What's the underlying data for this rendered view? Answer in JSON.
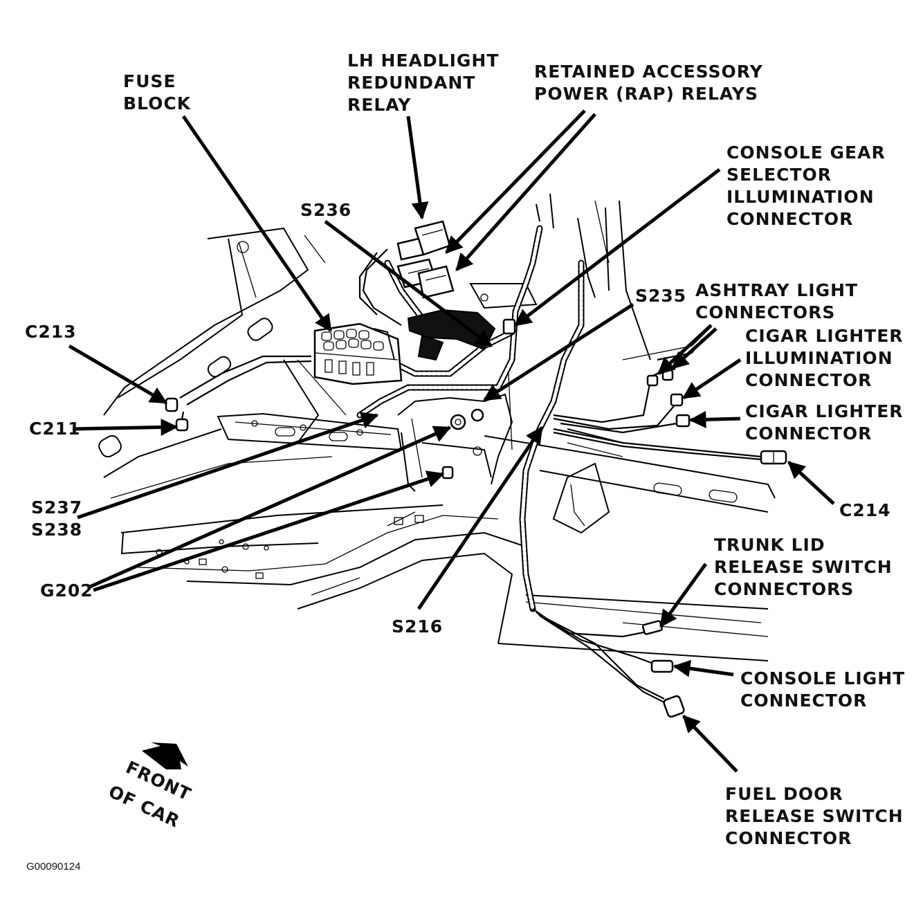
{
  "callouts": {
    "fuse_block": [
      "FUSE",
      "BLOCK"
    ],
    "lh_headlight_relay": [
      "LH HEADLIGHT",
      "REDUNDANT",
      "RELAY"
    ],
    "rap_relays": [
      "RETAINED ACCESSORY",
      "POWER (RAP) RELAYS"
    ],
    "console_gear_selector": [
      "CONSOLE GEAR",
      "SELECTOR",
      "ILLUMINATION",
      "CONNECTOR"
    ],
    "s236": "S236",
    "s235": "S235",
    "ashtray_light": [
      "ASHTRAY LIGHT",
      "CONNECTORS"
    ],
    "cigar_lighter_illum": [
      "CIGAR LIGHTER",
      "ILLUMINATION",
      "CONNECTOR"
    ],
    "cigar_lighter": [
      "CIGAR LIGHTER",
      "CONNECTOR"
    ],
    "c213": "C213",
    "c211": "C211",
    "c214": "C214",
    "s237_s238": [
      "S237",
      "S238"
    ],
    "g202": "G202",
    "s216": "S216",
    "trunk_lid": [
      "TRUNK LID",
      "RELEASE SWITCH",
      "CONNECTORS"
    ],
    "console_light": [
      "CONSOLE LIGHT",
      "CONNECTOR"
    ],
    "fuel_door": [
      "FUEL DOOR",
      "RELEASE SWITCH",
      "CONNECTOR"
    ],
    "front_of_car": [
      "FRONT",
      "OF CAR"
    ]
  },
  "figure_id": "G00090124",
  "icons": {
    "front_arrow": "front-direction-arrow-icon"
  }
}
